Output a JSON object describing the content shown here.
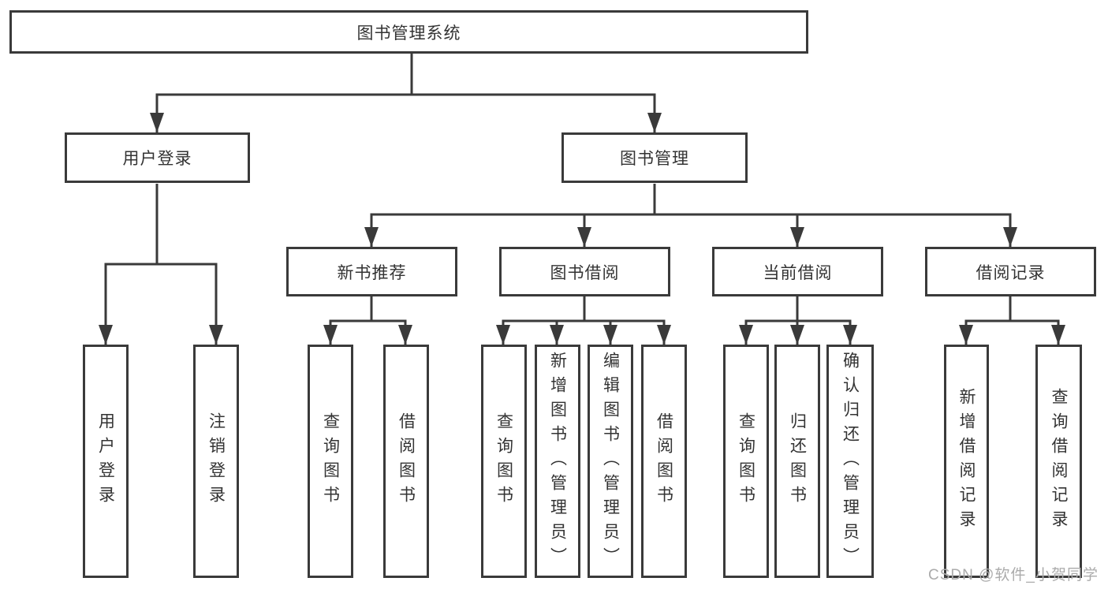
{
  "diagram": {
    "root": "图书管理系统",
    "branches": [
      {
        "label": "用户登录",
        "children": [
          "用户登录",
          "注销登录"
        ]
      },
      {
        "label": "图书管理",
        "groups": [
          {
            "label": "新书推荐",
            "children": [
              "查询图书",
              "借阅图书"
            ]
          },
          {
            "label": "图书借阅",
            "children": [
              "查询图书",
              "新增图书（管理员）",
              "编辑图书（管理员）",
              "借阅图书"
            ]
          },
          {
            "label": "当前借阅",
            "children": [
              "查询图书",
              "归还图书",
              "确认归还（管理员）"
            ]
          },
          {
            "label": "借阅记录",
            "children": [
              "新增借阅记录",
              "查询借阅记录"
            ]
          }
        ]
      }
    ]
  },
  "watermark": {
    "text": "CSDN @软件_小贺同学"
  },
  "colors": {
    "line": "#3a3a3a",
    "text": "#333333",
    "background": "#ffffff",
    "watermark": "#ababab"
  }
}
